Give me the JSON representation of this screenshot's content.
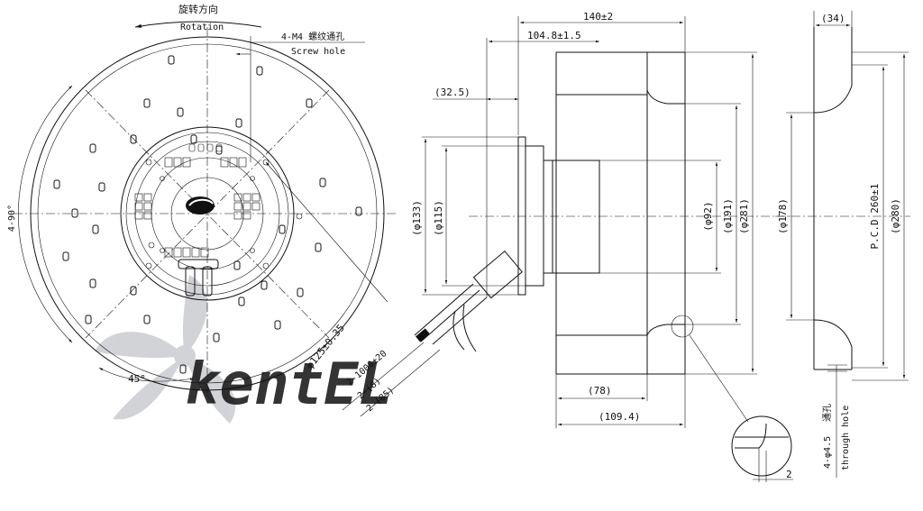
{
  "watermark": {
    "brand": "kentEL",
    "color": "#c9ccd1",
    "accent": "#9fc4e4"
  },
  "front_view": {
    "rotation_cn": "旋转方向",
    "rotation_en": "Rotation",
    "screw_cn": "4-M4 螺纹通孔",
    "screw_en": "Screw hole",
    "angle_4x90": "4-90°",
    "angle_45": "45°",
    "diameter_pcd": "φ125±0.35",
    "lead_length": "2-1000±20",
    "lead_8": "2-(8)",
    "lead_85": "2-(85)"
  },
  "side_view": {
    "total_depth": "140±2",
    "depth_104": "104.8±1.5",
    "offset_32": "(32.5)",
    "d133": "(φ133)",
    "d115": "(φ115)",
    "d92": "(φ92)",
    "d191": "(φ191)",
    "d281": "(φ281)",
    "w78": "(78)",
    "w109": "(109.4)",
    "detail_2": "2"
  },
  "inlet_view": {
    "width_34": "(34)",
    "d178": "(φ178)",
    "pcd_260": "P.C.D 260±1",
    "d280": "(φ280)",
    "hole_label": "4-φ4.5",
    "hole_cn": "通孔",
    "hole_en": "through hole"
  }
}
